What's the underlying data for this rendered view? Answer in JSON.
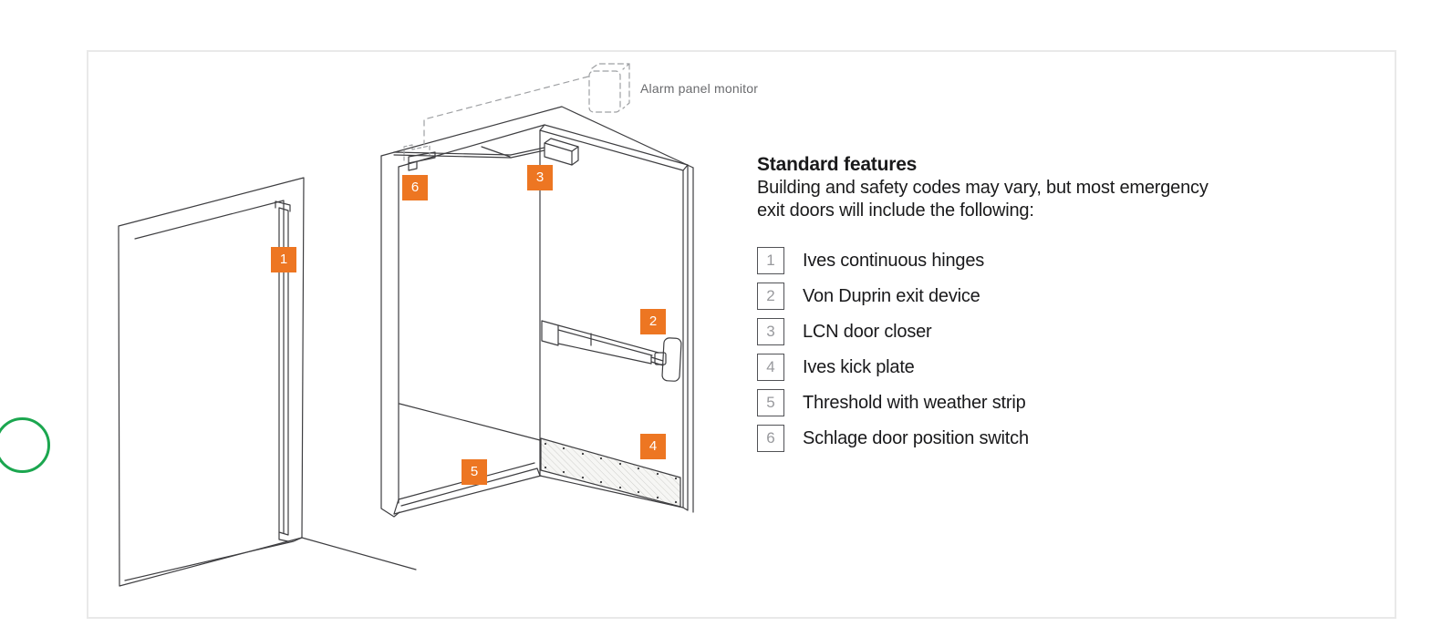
{
  "colors": {
    "accent_orange": "#ED7622",
    "annotation_green": "#1BA64F",
    "line_art": "#3E3E41",
    "dashed_gray": "#9EA0A3",
    "panel_border": "#E9E9E9",
    "legend_number_gray": "#98999D"
  },
  "diagram": {
    "alarm_panel_label": "Alarm panel monitor",
    "markers": {
      "m1": "1",
      "m2": "2",
      "m3": "3",
      "m4": "4",
      "m5": "5",
      "m6": "6"
    }
  },
  "legend": {
    "heading": "Standard features",
    "description": "Building and safety codes may vary, but most emergency exit doors will include the following:",
    "description_lines": [
      "Building and safety codes may vary, but most emergency",
      "exit doors will include the following:"
    ],
    "items": [
      {
        "number": "1",
        "label": "Ives continuous hinges"
      },
      {
        "number": "2",
        "label": "Von Duprin exit device"
      },
      {
        "number": "3",
        "label": "LCN door closer"
      },
      {
        "number": "4",
        "label": "Ives kick plate"
      },
      {
        "number": "5",
        "label": "Threshold with weather strip"
      },
      {
        "number": "6",
        "label": "Schlage door position switch"
      }
    ]
  }
}
